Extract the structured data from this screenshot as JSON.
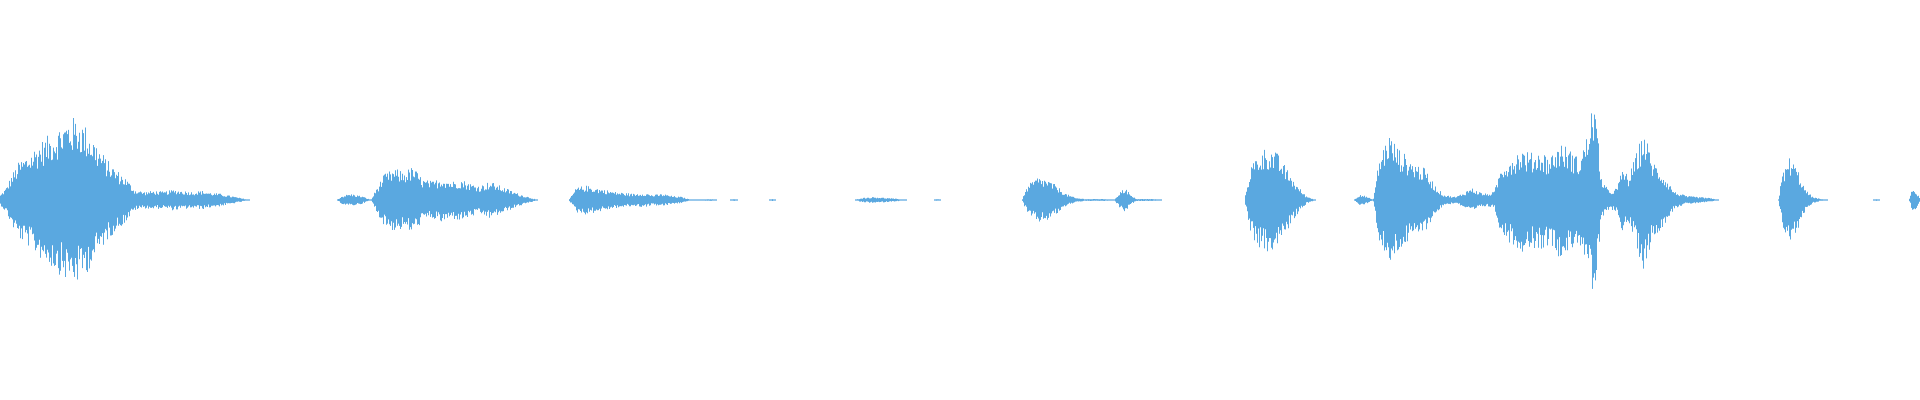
{
  "waveform": {
    "color": "#5aa8e0",
    "background": "#ffffff",
    "baseline_visible": true,
    "segments_note": "",
    "envelope": [
      [
        0.0,
        0.05
      ],
      [
        0.003,
        0.12
      ],
      [
        0.006,
        0.25
      ],
      [
        0.01,
        0.38
      ],
      [
        0.015,
        0.45
      ],
      [
        0.02,
        0.55
      ],
      [
        0.025,
        0.62
      ],
      [
        0.03,
        0.7
      ],
      [
        0.035,
        0.78
      ],
      [
        0.04,
        0.8
      ],
      [
        0.045,
        0.7
      ],
      [
        0.05,
        0.55
      ],
      [
        0.055,
        0.4
      ],
      [
        0.06,
        0.3
      ],
      [
        0.065,
        0.22
      ],
      [
        0.07,
        0.1
      ],
      [
        0.075,
        0.08
      ],
      [
        0.08,
        0.09
      ],
      [
        0.085,
        0.08
      ],
      [
        0.09,
        0.1
      ],
      [
        0.095,
        0.09
      ],
      [
        0.1,
        0.08
      ],
      [
        0.105,
        0.09
      ],
      [
        0.11,
        0.07
      ],
      [
        0.115,
        0.06
      ],
      [
        0.12,
        0.04
      ],
      [
        0.125,
        0.02
      ],
      [
        0.13,
        0.0
      ],
      [
        0.175,
        0.0
      ],
      [
        0.178,
        0.04
      ],
      [
        0.182,
        0.06
      ],
      [
        0.188,
        0.04
      ],
      [
        0.193,
        0.0
      ],
      [
        0.196,
        0.12
      ],
      [
        0.2,
        0.25
      ],
      [
        0.205,
        0.3
      ],
      [
        0.21,
        0.28
      ],
      [
        0.215,
        0.32
      ],
      [
        0.22,
        0.2
      ],
      [
        0.225,
        0.18
      ],
      [
        0.23,
        0.22
      ],
      [
        0.235,
        0.18
      ],
      [
        0.24,
        0.2
      ],
      [
        0.245,
        0.16
      ],
      [
        0.25,
        0.14
      ],
      [
        0.255,
        0.18
      ],
      [
        0.26,
        0.14
      ],
      [
        0.265,
        0.1
      ],
      [
        0.27,
        0.06
      ],
      [
        0.275,
        0.03
      ],
      [
        0.28,
        0.0
      ],
      [
        0.296,
        0.0
      ],
      [
        0.3,
        0.12
      ],
      [
        0.305,
        0.14
      ],
      [
        0.31,
        0.12
      ],
      [
        0.315,
        0.1
      ],
      [
        0.32,
        0.08
      ],
      [
        0.325,
        0.07
      ],
      [
        0.33,
        0.06
      ],
      [
        0.335,
        0.07
      ],
      [
        0.34,
        0.05
      ],
      [
        0.345,
        0.06
      ],
      [
        0.35,
        0.04
      ],
      [
        0.355,
        0.03
      ],
      [
        0.36,
        0.0
      ],
      [
        0.37,
        0.01
      ],
      [
        0.373,
        0.0
      ],
      [
        0.38,
        0.0
      ],
      [
        0.382,
        0.01
      ],
      [
        0.384,
        0.0
      ],
      [
        0.4,
        0.0
      ],
      [
        0.402,
        0.01
      ],
      [
        0.404,
        0.0
      ],
      [
        0.445,
        0.0
      ],
      [
        0.448,
        0.02
      ],
      [
        0.455,
        0.03
      ],
      [
        0.462,
        0.02
      ],
      [
        0.468,
        0.01
      ],
      [
        0.472,
        0.0
      ],
      [
        0.486,
        0.0
      ],
      [
        0.488,
        0.01
      ],
      [
        0.49,
        0.0
      ],
      [
        0.532,
        0.0
      ],
      [
        0.535,
        0.14
      ],
      [
        0.54,
        0.22
      ],
      [
        0.545,
        0.2
      ],
      [
        0.55,
        0.14
      ],
      [
        0.555,
        0.06
      ],
      [
        0.56,
        0.02
      ],
      [
        0.565,
        0.01
      ],
      [
        0.575,
        0.01
      ],
      [
        0.58,
        0.0
      ],
      [
        0.583,
        0.08
      ],
      [
        0.586,
        0.12
      ],
      [
        0.589,
        0.04
      ],
      [
        0.592,
        0.01
      ],
      [
        0.6,
        0.01
      ],
      [
        0.605,
        0.0
      ],
      [
        0.648,
        0.0
      ],
      [
        0.651,
        0.32
      ],
      [
        0.655,
        0.45
      ],
      [
        0.66,
        0.52
      ],
      [
        0.665,
        0.45
      ],
      [
        0.67,
        0.3
      ],
      [
        0.675,
        0.15
      ],
      [
        0.68,
        0.04
      ],
      [
        0.685,
        0.0
      ],
      [
        0.705,
        0.0
      ],
      [
        0.708,
        0.06
      ],
      [
        0.712,
        0.03
      ],
      [
        0.715,
        0.0
      ],
      [
        0.718,
        0.4
      ],
      [
        0.723,
        0.65
      ],
      [
        0.728,
        0.5
      ],
      [
        0.735,
        0.38
      ],
      [
        0.742,
        0.3
      ],
      [
        0.748,
        0.12
      ],
      [
        0.752,
        0.05
      ],
      [
        0.758,
        0.03
      ],
      [
        0.762,
        0.07
      ],
      [
        0.766,
        0.12
      ],
      [
        0.77,
        0.08
      ],
      [
        0.774,
        0.06
      ],
      [
        0.778,
        0.08
      ],
      [
        0.782,
        0.35
      ],
      [
        0.787,
        0.42
      ],
      [
        0.792,
        0.5
      ],
      [
        0.797,
        0.45
      ],
      [
        0.802,
        0.48
      ],
      [
        0.807,
        0.42
      ],
      [
        0.812,
        0.55
      ],
      [
        0.817,
        0.5
      ],
      [
        0.822,
        0.4
      ],
      [
        0.826,
        0.6
      ],
      [
        0.83,
        1.0
      ],
      [
        0.834,
        0.2
      ],
      [
        0.838,
        0.08
      ],
      [
        0.842,
        0.12
      ],
      [
        0.845,
        0.32
      ],
      [
        0.848,
        0.22
      ],
      [
        0.852,
        0.45
      ],
      [
        0.856,
        0.68
      ],
      [
        0.86,
        0.4
      ],
      [
        0.866,
        0.25
      ],
      [
        0.872,
        0.08
      ],
      [
        0.878,
        0.04
      ],
      [
        0.884,
        0.03
      ],
      [
        0.89,
        0.02
      ],
      [
        0.895,
        0.0
      ],
      [
        0.926,
        0.0
      ],
      [
        0.928,
        0.25
      ],
      [
        0.932,
        0.42
      ],
      [
        0.936,
        0.3
      ],
      [
        0.94,
        0.1
      ],
      [
        0.944,
        0.03
      ],
      [
        0.948,
        0.01
      ],
      [
        0.952,
        0.0
      ],
      [
        0.975,
        0.0
      ],
      [
        0.977,
        0.01
      ],
      [
        0.979,
        0.0
      ],
      [
        0.994,
        0.0
      ],
      [
        0.996,
        0.12
      ],
      [
        0.998,
        0.08
      ],
      [
        1.0,
        0.0
      ]
    ]
  }
}
